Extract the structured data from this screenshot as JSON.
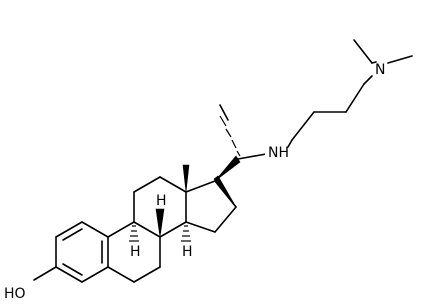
{
  "molecule": {
    "colors": {
      "bond": "#000000",
      "background": "#ffffff"
    },
    "labels": {
      "hydroxyl": "HO",
      "amine_nh": "NH",
      "amine_n": "N",
      "h_c9": "H",
      "h_c8": "H",
      "h_c14": "H"
    }
  }
}
